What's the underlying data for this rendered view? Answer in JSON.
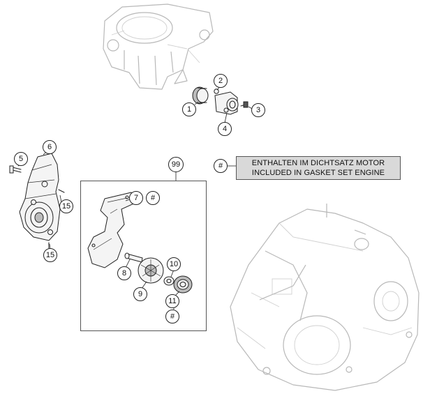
{
  "legend": {
    "symbol": "#",
    "line_de": "ENTHALTEN IM DICHTSATZ MOTOR",
    "line_en": "INCLUDED IN GASKET SET ENGINE"
  },
  "callouts": {
    "c1": "1",
    "c2": "2",
    "c3": "3",
    "c4": "4",
    "c5": "5",
    "c6": "6",
    "c7": "7",
    "c7_hash": "#",
    "c8": "8",
    "c9": "9",
    "c10": "10",
    "c11": "11",
    "c11_hash": "#",
    "c15a": "15",
    "c15b": "15",
    "c99": "99"
  },
  "colors": {
    "line": "#222222",
    "legend_bg": "#d9d9d9",
    "ghost": "#b8b8b8"
  }
}
